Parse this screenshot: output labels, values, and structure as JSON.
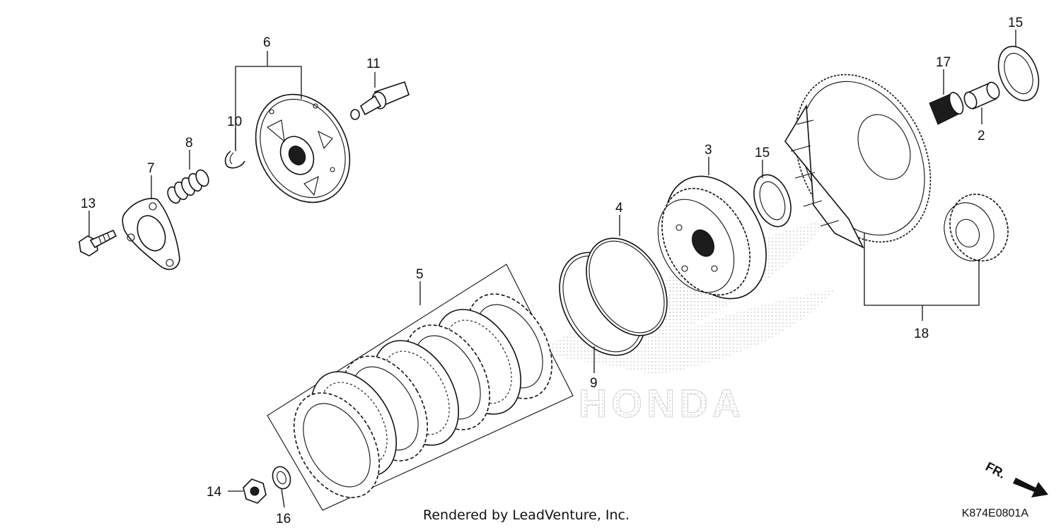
{
  "diagram": {
    "callouts": [
      {
        "id": "c1",
        "label": "6"
      },
      {
        "id": "c2",
        "label": "11"
      },
      {
        "id": "c3",
        "label": "10"
      },
      {
        "id": "c4",
        "label": "8"
      },
      {
        "id": "c5",
        "label": "7"
      },
      {
        "id": "c6",
        "label": "13"
      },
      {
        "id": "c7",
        "label": "5"
      },
      {
        "id": "c8",
        "label": "4"
      },
      {
        "id": "c9",
        "label": "3"
      },
      {
        "id": "c10",
        "label": "15"
      },
      {
        "id": "c11",
        "label": "15"
      },
      {
        "id": "c12",
        "label": "17"
      },
      {
        "id": "c13",
        "label": "2"
      },
      {
        "id": "c14",
        "label": "18"
      },
      {
        "id": "c15",
        "label": "9"
      },
      {
        "id": "c16",
        "label": "14"
      },
      {
        "id": "c17",
        "label": "16"
      }
    ],
    "direction_marker": "FR.",
    "watermark_text": "HONDA"
  },
  "footer": {
    "rendered_by": "Rendered by LeadVenture, Inc.",
    "ref_code": "K874E0801A"
  }
}
